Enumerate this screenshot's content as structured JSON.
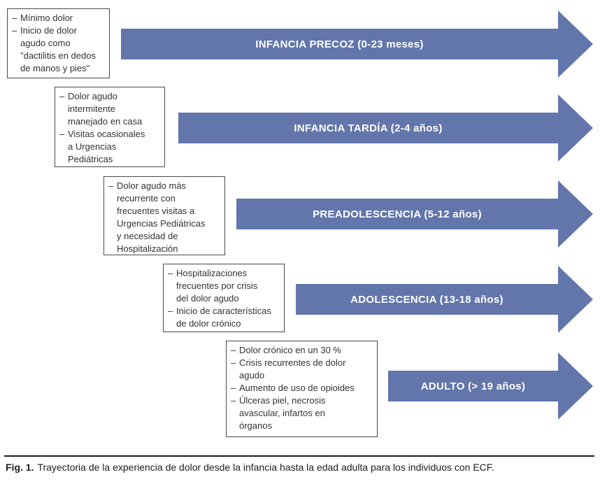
{
  "bullet_marker": "–",
  "colors": {
    "arrow_fill": "#6276AB",
    "arrow_label": "#FFFFFF",
    "box_border": "#4A4A4A",
    "text_color": "#333333"
  },
  "stages": [
    {
      "label": "INFANCIA PRECOZ (0-23 meses)",
      "bullets": [
        "Mínimo dolor",
        "Inicio de dolor\nagudo como\n\"dactilitis en dedos\nde manos y pies\""
      ]
    },
    {
      "label": "INFANCIA TARDÍA (2-4 años)",
      "bullets": [
        "Dolor agudo\nintermitente\nmanejado en casa",
        "Visitas ocasionales\na Urgencias\nPediátricas"
      ]
    },
    {
      "label": "PREADOLESCENCIA (5-12 años)",
      "bullets": [
        "Dolor agudo más\nrecurrente con\nfrecuentes visitas a\nUrgencias Pediátricas\ny necesidad de\nHospitalización"
      ]
    },
    {
      "label": "ADOLESCENCIA (13-18 años)",
      "bullets": [
        "Hospitalizaciones\nfrecuentes por crisis\ndel dolor agudo",
        "Inicio de características\nde dolor crónico"
      ]
    },
    {
      "label": "ADULTO (> 19 años)",
      "bullets": [
        "Dolor crónico en un 30 %",
        "Crisis recurrentes de dolor\nagudo",
        "Aumento de uso de opioides",
        "Úlceras piel, necrosis\navascular, infartos en\nórganos"
      ]
    }
  ],
  "figure": {
    "caption_label": "Fig. 1.",
    "caption_text": "Trayectoria de la experiencia de dolor desde la infancia hasta la edad adulta para los individuos con ECF."
  }
}
